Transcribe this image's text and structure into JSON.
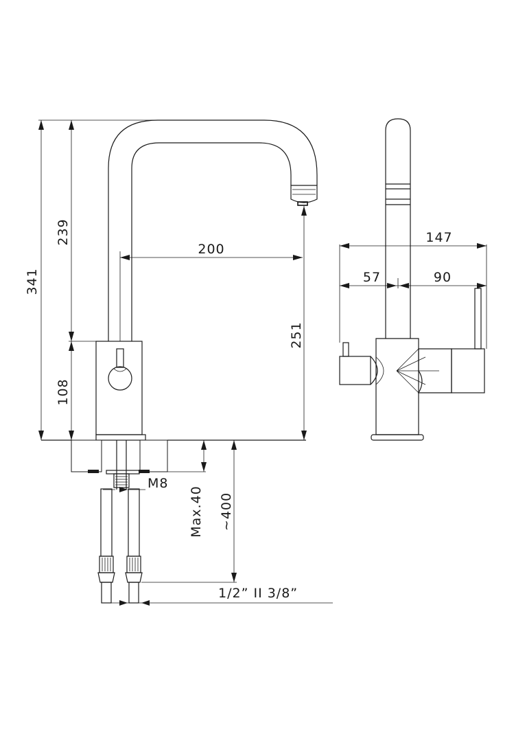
{
  "front_view": {
    "dim_total_height": "341",
    "dim_spout_height": "239",
    "dim_body_height": "108",
    "dim_reach": "200",
    "dim_outlet_height": "251",
    "dim_thread": "M8",
    "dim_max_thickness": "Max.40",
    "dim_hose_length": "~400",
    "dim_connection": "1/2” II 3/8”"
  },
  "side_view": {
    "dim_overall_width": "147",
    "dim_left_offset": "57",
    "dim_right_offset": "90"
  },
  "colors": {
    "line": "#1a1a1a",
    "background": "#ffffff"
  }
}
